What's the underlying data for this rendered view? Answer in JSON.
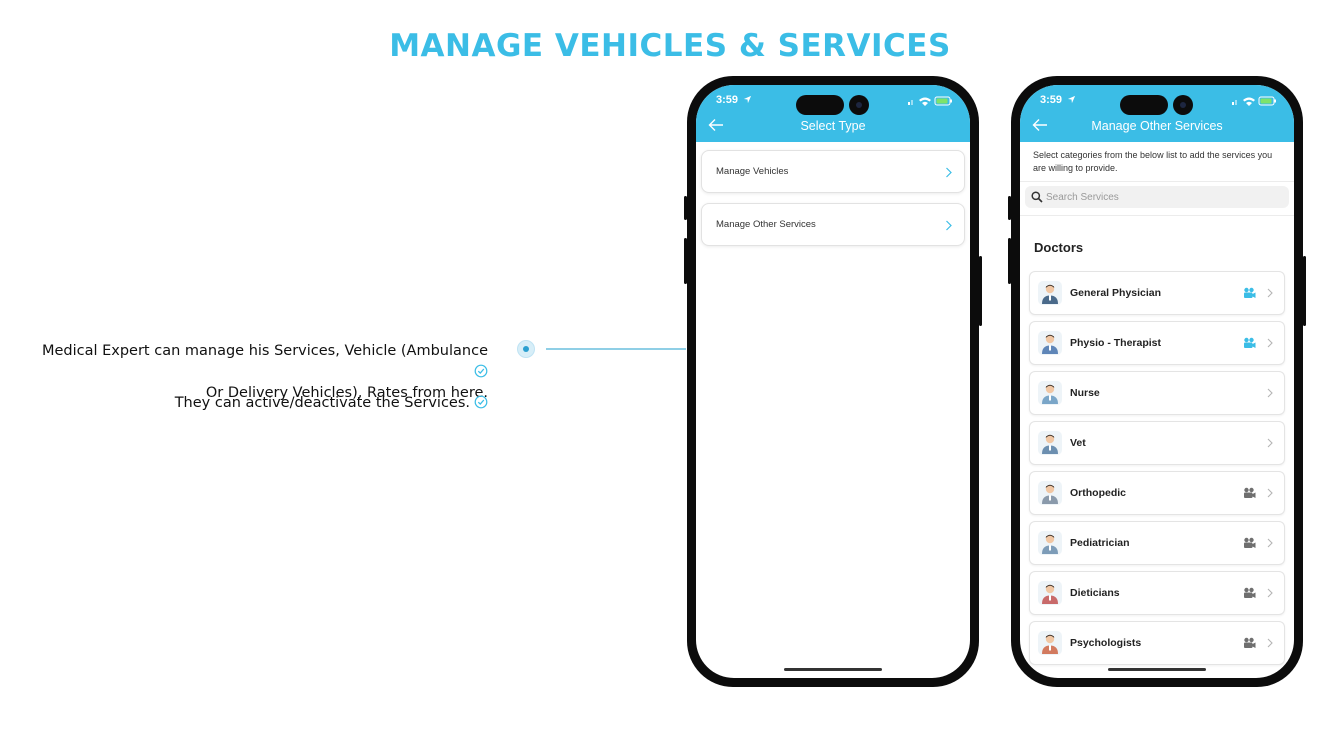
{
  "page": {
    "title": "MANAGE VEHICLES & SERVICES",
    "accent_color": "#3bbde6"
  },
  "annotation": {
    "line1": "Medical Expert can manage his Services, Vehicle (Ambulance",
    "line2": "Or Delivery Vehicles), Rates from here.",
    "line3": "They can active/deactivate the Services."
  },
  "phone1": {
    "status_time": "3:59",
    "title": "Select Type",
    "items": [
      {
        "label": "Manage Vehicles"
      },
      {
        "label": "Manage Other Services"
      }
    ]
  },
  "phone2": {
    "status_time": "3:59",
    "title": "Manage Other Services",
    "intro": "Select categories from the below list to add the services you are willing to provide.",
    "search_placeholder": "Search Services",
    "section_title": "Doctors",
    "services": [
      {
        "label": "General Physician",
        "video": "active",
        "avatar": "doctor-icon"
      },
      {
        "label": "Physio - Therapist",
        "video": "active",
        "avatar": "physio-icon"
      },
      {
        "label": "Nurse",
        "video": "none",
        "avatar": "nurse-icon"
      },
      {
        "label": "Vet",
        "video": "none",
        "avatar": "vet-icon"
      },
      {
        "label": "Orthopedic",
        "video": "inactive",
        "avatar": "orthopedic-icon"
      },
      {
        "label": "Pediatrician",
        "video": "inactive",
        "avatar": "pediatrician-icon"
      },
      {
        "label": "Dieticians",
        "video": "inactive",
        "avatar": "dietician-icon"
      },
      {
        "label": "Psychologists",
        "video": "inactive",
        "avatar": "psychologist-icon"
      }
    ],
    "video_active_color": "#3bbde6",
    "video_inactive_color": "#6f6f6f"
  }
}
